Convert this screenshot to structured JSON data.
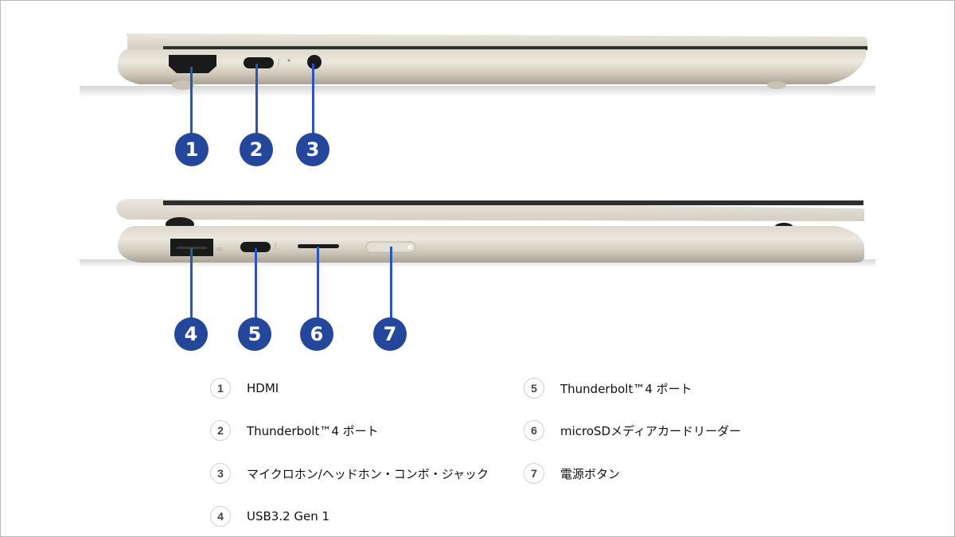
{
  "colors": {
    "marker_fill": "#24469b",
    "leader_line": "#2a55b8",
    "chassis": "#d6d1c4",
    "port_black": "#1a1a1a"
  },
  "diagram": {
    "views": [
      {
        "name": "left-side-view",
        "callouts": [
          "1",
          "2",
          "3"
        ]
      },
      {
        "name": "right-side-view",
        "callouts": [
          "4",
          "5",
          "6",
          "7"
        ]
      }
    ],
    "markers": [
      {
        "num": "1"
      },
      {
        "num": "2"
      },
      {
        "num": "3"
      },
      {
        "num": "4"
      },
      {
        "num": "5"
      },
      {
        "num": "6"
      },
      {
        "num": "7"
      }
    ]
  },
  "legend": {
    "items": [
      {
        "num": "1",
        "label": "HDMI"
      },
      {
        "num": "2",
        "label": "Thunderbolt™4 ポート"
      },
      {
        "num": "3",
        "label": "マイクロホン/ヘッドホン・コンボ・ジャック"
      },
      {
        "num": "4",
        "label": "USB3.2 Gen 1"
      },
      {
        "num": "5",
        "label": "Thunderbolt™4 ポート"
      },
      {
        "num": "6",
        "label": "microSDメディアカードリーダー"
      },
      {
        "num": "7",
        "label": "電源ボタン"
      }
    ]
  }
}
